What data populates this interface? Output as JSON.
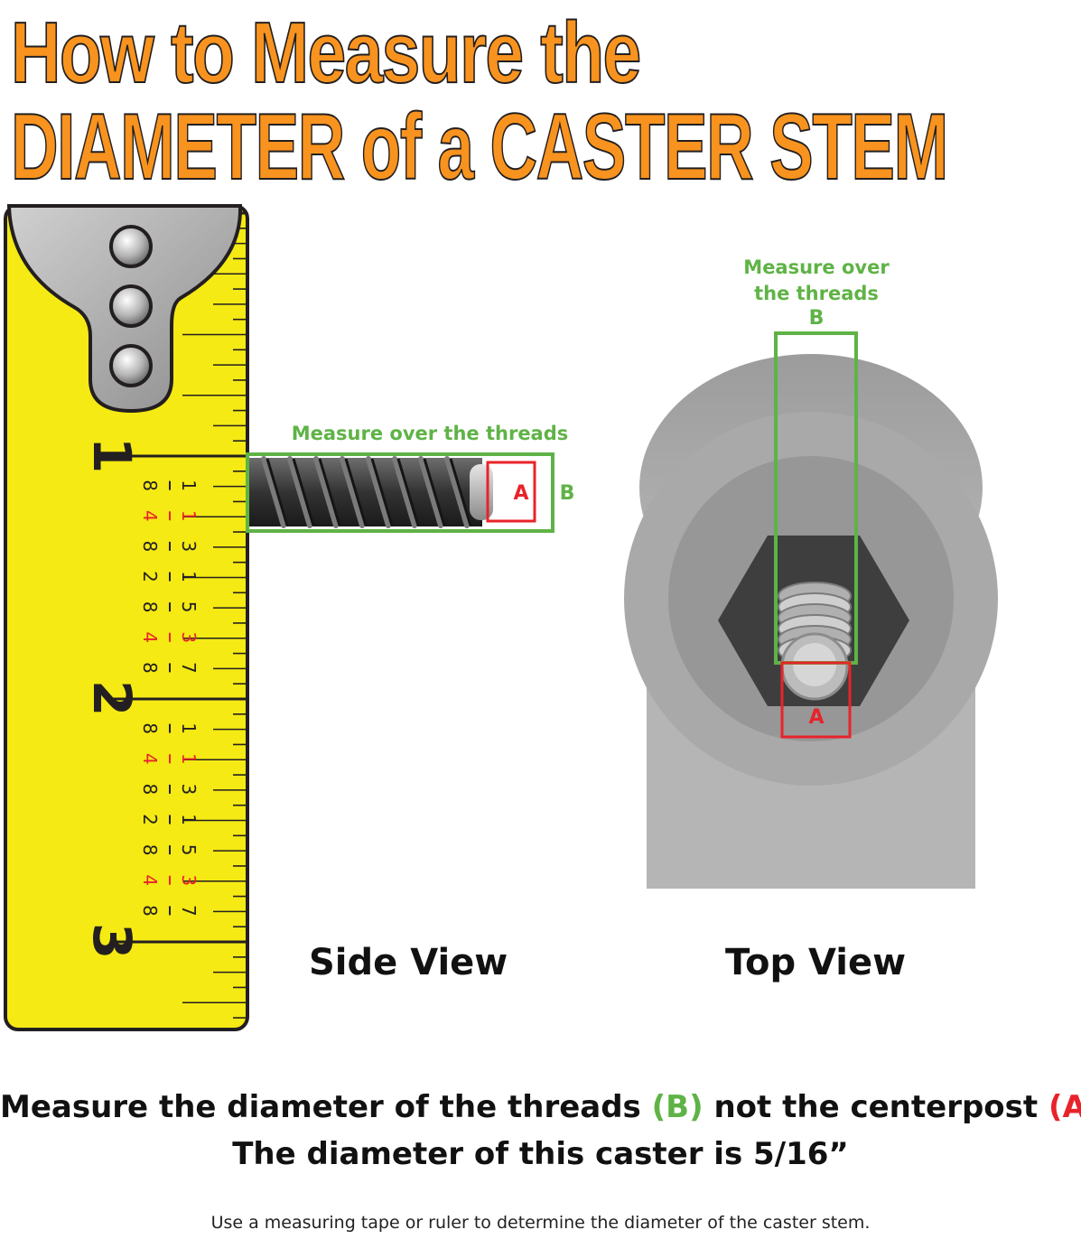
{
  "title": {
    "line1": "How to Measure the",
    "line2": "DIAMETER of a CASTER STEM"
  },
  "tape": {
    "big_numbers": [
      "1",
      "2",
      "3"
    ],
    "fractions": [
      {
        "num": "1",
        "den": "8"
      },
      {
        "num": "1",
        "den": "4"
      },
      {
        "num": "3",
        "den": "8"
      },
      {
        "num": "1",
        "den": "2"
      },
      {
        "num": "5",
        "den": "8"
      },
      {
        "num": "3",
        "den": "4"
      },
      {
        "num": "7",
        "den": "8"
      }
    ]
  },
  "side_view": {
    "measure_label": "Measure over the threads",
    "marker_a": "A",
    "marker_b": "B",
    "caption": "Side View"
  },
  "top_view": {
    "measure_label_line1": "Measure over",
    "measure_label_line2": "the threads",
    "marker_b": "B",
    "marker_a": "A",
    "caption": "Top View"
  },
  "instruction": {
    "part1": "Measure the diameter of the threads ",
    "b": "(B)",
    "part2": " not the centerpost ",
    "a": "(A)",
    "part3": ".",
    "line2": "The diameter of this caster is 5/16”"
  },
  "footnote": "Use a measuring tape or ruler to determine the diameter of the caster stem.",
  "colors": {
    "title_orange": "#f7931e",
    "tape_yellow": "#f5ea14",
    "measure_green": "#5fb346",
    "center_red": "#e8232a"
  }
}
